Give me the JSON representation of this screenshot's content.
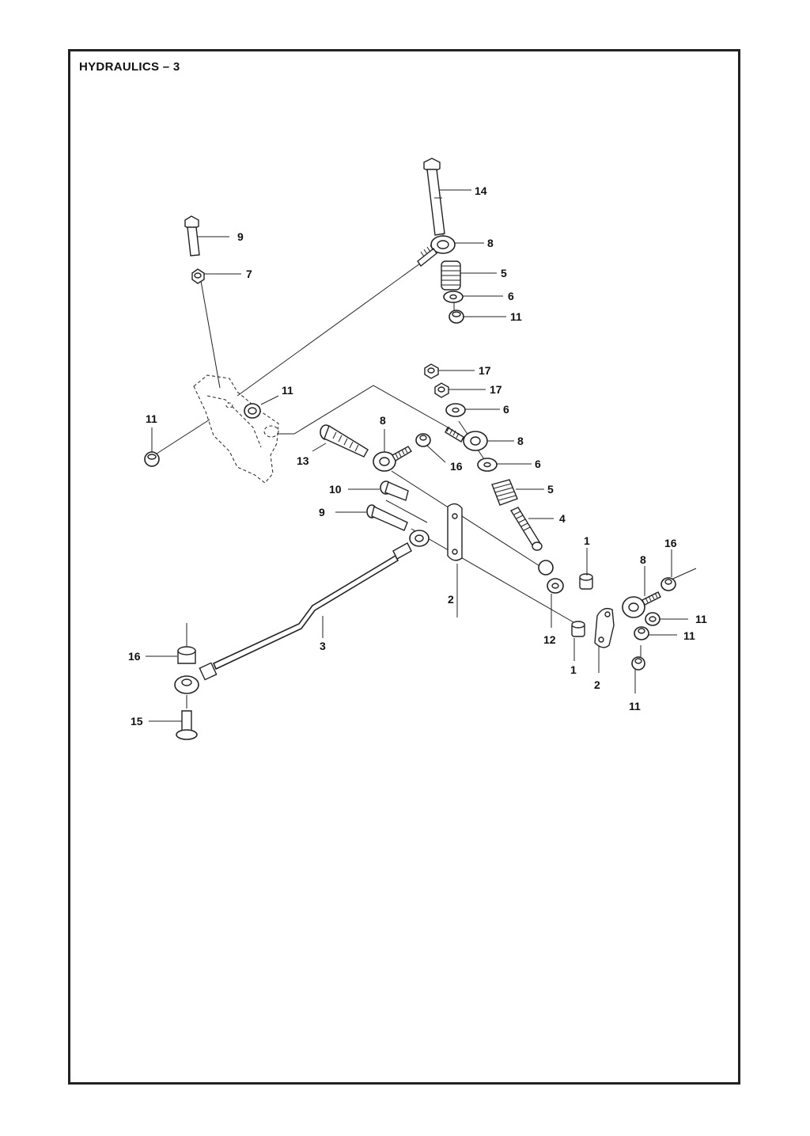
{
  "page_title": "HYDRAULICS – 3",
  "callouts": [
    {
      "id": "c14a",
      "text": "14"
    },
    {
      "id": "c9a",
      "text": "9"
    },
    {
      "id": "c8a",
      "text": "8"
    },
    {
      "id": "c7",
      "text": "7"
    },
    {
      "id": "c5a",
      "text": "5"
    },
    {
      "id": "c6a",
      "text": "6"
    },
    {
      "id": "c11a",
      "text": "11"
    },
    {
      "id": "c17a",
      "text": "17"
    },
    {
      "id": "c17b",
      "text": "17"
    },
    {
      "id": "c11b",
      "text": "11"
    },
    {
      "id": "c6b",
      "text": "6"
    },
    {
      "id": "c11c",
      "text": "11"
    },
    {
      "id": "c8b",
      "text": "8"
    },
    {
      "id": "c8c",
      "text": "8"
    },
    {
      "id": "c13",
      "text": "13"
    },
    {
      "id": "c16a",
      "text": "16"
    },
    {
      "id": "c6c",
      "text": "6"
    },
    {
      "id": "c10",
      "text": "10"
    },
    {
      "id": "c5b",
      "text": "5"
    },
    {
      "id": "c9b",
      "text": "9"
    },
    {
      "id": "c4",
      "text": "4"
    },
    {
      "id": "c1a",
      "text": "1"
    },
    {
      "id": "c16b",
      "text": "16"
    },
    {
      "id": "c8d",
      "text": "8"
    },
    {
      "id": "c2a",
      "text": "2"
    },
    {
      "id": "c11d",
      "text": "11"
    },
    {
      "id": "c11e",
      "text": "11"
    },
    {
      "id": "c3",
      "text": "3"
    },
    {
      "id": "c12",
      "text": "12"
    },
    {
      "id": "c16c",
      "text": "16"
    },
    {
      "id": "c1b",
      "text": "1"
    },
    {
      "id": "c2b",
      "text": "2"
    },
    {
      "id": "c11f",
      "text": "11"
    },
    {
      "id": "c15",
      "text": "15"
    }
  ]
}
